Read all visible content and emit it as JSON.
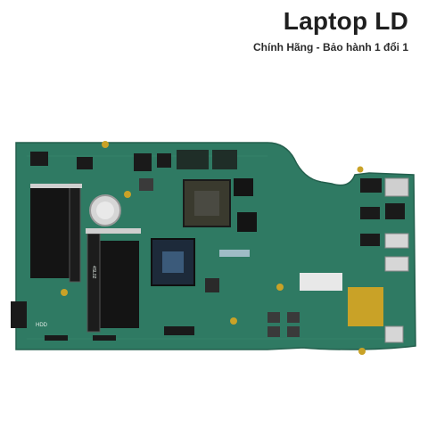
{
  "brand": {
    "title": "Laptop LD",
    "subtitle": "Chính Hãng - Bảo hành 1 đổi 1"
  },
  "colors": {
    "pcb": "#2f7a63",
    "pcb_edge": "#3f8f74",
    "chip_black": "#141414",
    "gold": "#c9a227",
    "silver": "#cfcfcf"
  },
  "board": {
    "marking_left": "HDD",
    "marking_center": "4SL02"
  }
}
